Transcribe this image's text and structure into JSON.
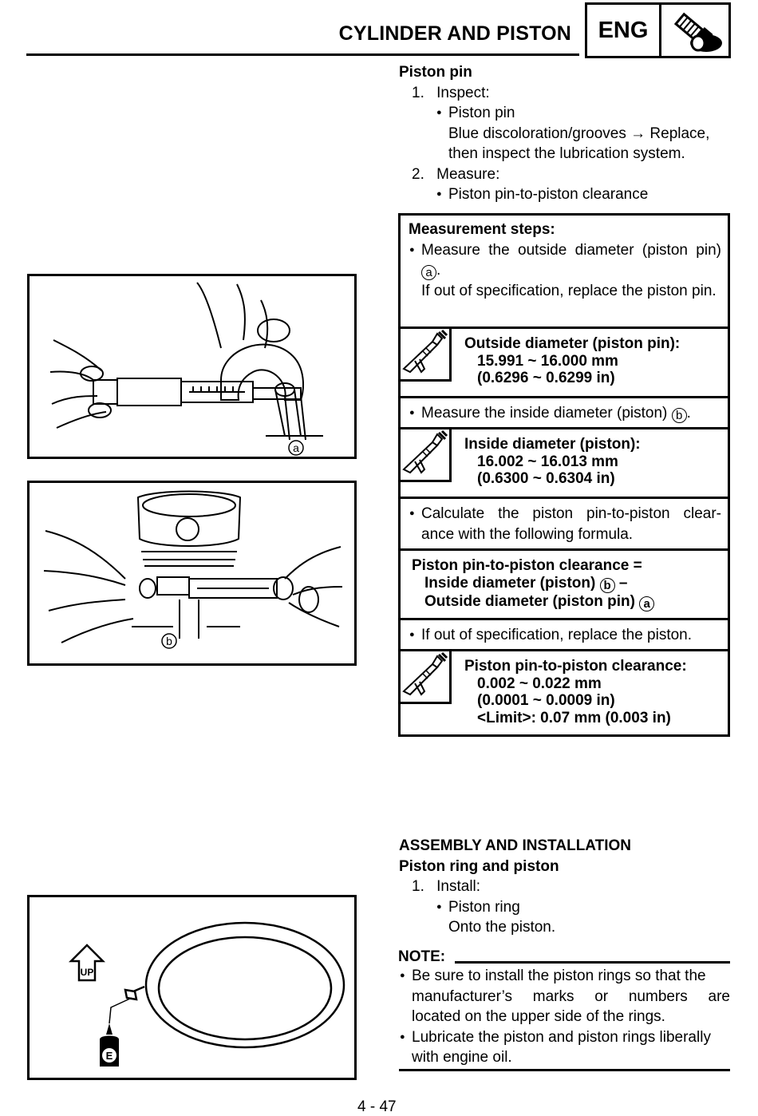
{
  "header": {
    "title": "CYLINDER AND PISTON",
    "tag": "ENG"
  },
  "section1": {
    "heading": "Piston pin",
    "step1_num": "1.",
    "step1_label": "Inspect:",
    "item1": "Piston pin",
    "item1_desc_a": "Blue discoloration/grooves → Replace,",
    "item1_desc_b": "then inspect the lubrication system.",
    "step2_num": "2.",
    "step2_label": "Measure:",
    "item2": "Piston pin-to-piston clearance"
  },
  "measure": {
    "heading": "Measurement steps:",
    "s1_a": "Measure the outside diameter (piston pin)",
    "s1_mark": "a",
    "s1_b": "If out of specification, replace the piston pin.",
    "spec1_title": "Outside diameter (piston pin):",
    "spec1_v1": "15.991 ~ 16.000 mm",
    "spec1_v2": "(0.6296 ~ 0.6299 in)",
    "s2": "Measure the inside diameter (piston)",
    "s2_mark": "b",
    "spec2_title": "Inside diameter (piston):",
    "spec2_v1": "16.002 ~ 16.013 mm",
    "spec2_v2": "(0.6300 ~ 0.6304 in)",
    "s3": "Calculate the piston pin-to-piston clearance with the following formula.",
    "s3_a": "Calculate the piston pin-to-piston clear-",
    "s3_b": "ance with the following formula.",
    "formula_l1": "Piston pin-to-piston clearance =",
    "formula_l2": "Inside diameter (piston)",
    "formula_l2_mark": "b",
    "formula_l2_tail": "–",
    "formula_l3": "Outside diameter (piston pin)",
    "formula_l3_mark": "a",
    "s4": "If out of specification, replace the piston.",
    "spec3_title": "Piston pin-to-piston clearance:",
    "spec3_v1": "0.002 ~ 0.022 mm",
    "spec3_v2": "(0.0001 ~ 0.0009 in)",
    "spec3_v3": "<Limit>: 0.07 mm (0.003 in)"
  },
  "section2": {
    "heading": "ASSEMBLY AND INSTALLATION",
    "sub": "Piston ring and piston",
    "step1_num": "1.",
    "step1_label": "Install:",
    "item1": "Piston ring",
    "item1_desc": "Onto the piston."
  },
  "note": {
    "label": "NOTE:",
    "b1_l1": "Be sure to install the piston rings so that the",
    "b1_l2": "manufacturer’s marks or numbers are",
    "b1_l3": "located on the upper side of the rings.",
    "b2_l1": "Lubricate the piston and piston rings liberally",
    "b2_l2": "with engine oil."
  },
  "figures": {
    "fig1_label": "a",
    "fig2_label": "b",
    "fig3_up": "UP",
    "fig3_e": "E"
  },
  "footer": {
    "page": "4 - 47"
  }
}
